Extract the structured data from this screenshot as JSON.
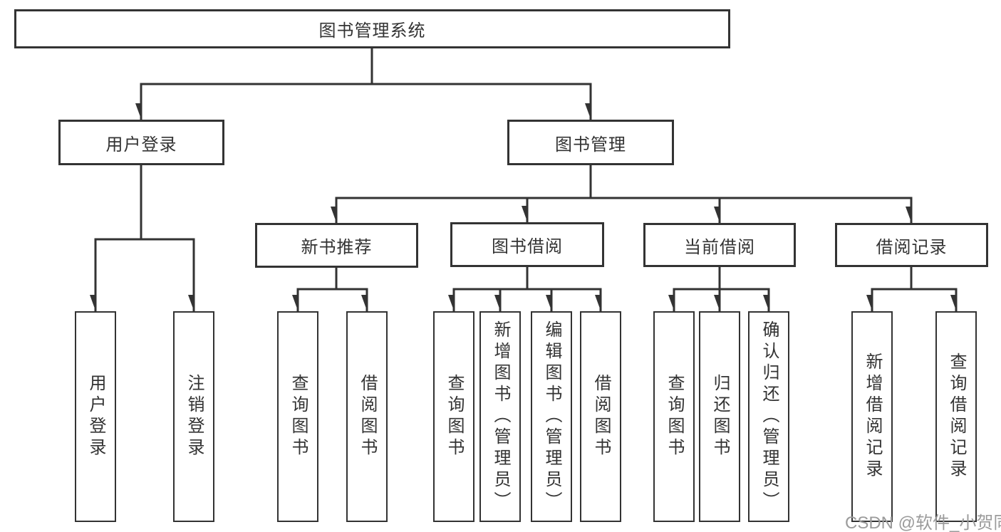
{
  "diagram": {
    "title": "图书管理系统",
    "level2": {
      "user_login": "用户登录",
      "book_mgmt": "图书管理"
    },
    "level3": {
      "new_book_rec": "新书推荐",
      "book_borrow": "图书借阅",
      "current_borrow": "当前借阅",
      "borrow_record": "借阅记录"
    },
    "leaves": {
      "login": "用户登录",
      "logout": "注销登录",
      "nbr_query": "查询图书",
      "nbr_borrow": "借阅图书",
      "bb_query": "查询图书",
      "bb_add": "新增图书（管理员）",
      "bb_edit": "编辑图书（管理员）",
      "bb_borrow": "借阅图书",
      "cb_query": "查询图书",
      "cb_return": "归还图书",
      "cb_confirm": "确认归还（管理员）",
      "br_add": "新增借阅记录",
      "br_query": "查询借阅记录"
    }
  },
  "watermark": "CSDN @软件_小贺同学",
  "colors": {
    "line": "#333333",
    "text": "#333333",
    "watermark": "#9b9b9b",
    "background": "#ffffff"
  }
}
